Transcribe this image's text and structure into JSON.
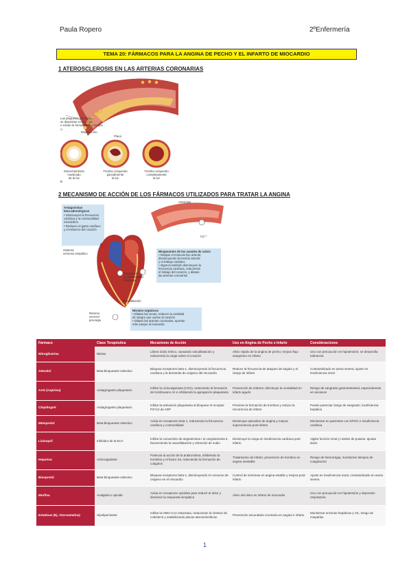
{
  "header": {
    "author": "Paula Ropero",
    "course": "2ºEnfermería"
  },
  "title": "TEMA 20: FÁRMACOS PARA LA ANGINA DE PECHO Y EL INFARTO DE MIOCARDIO",
  "section1": {
    "heading": "1 ATEROSCLEROSIS EN LAS ARTERIAS CORONARIAS",
    "figure": {
      "panel_a_letter": "A",
      "panel_b_letter": "B",
      "plaque_note": [
        "Las plaquetas y la fibrina",
        "se depositan en la placa",
        "e inician la formación del trombo"
      ],
      "muscle_label": "Músculo liso",
      "plaque_label": "Placa",
      "captions": [
        [
          "Estrechamiento",
          "moderado",
          "de la luz"
        ],
        [
          "Trombo ocluyendo",
          "parcialmente",
          "la luz"
        ],
        [
          "Trombo ocluyendo",
          "completamente",
          "la luz"
        ]
      ]
    }
  },
  "section2": {
    "heading": "2 MECANISMO DE ACCIÓN DE LOS FÁRMACOS UTILIZADOS PARA TRATAR LA ANGINA",
    "figure": {
      "beta_box": [
        "Antagonistas",
        "beta-adrenérgicos",
        "• Disminuyen la frecuencia",
        "  cardíaca y la contractilidad",
        "  miocárdica",
        "• Reducen el gasto cardíaco",
        "  y el esfuerzo del corazón"
      ],
      "arterias_label": "Arteriolas",
      "ca_label": "Ca⁺⁺",
      "calcio_box": [
        "Bloqueantes de los canales de calcio",
        "• Relajan el músculo liso arterial,",
        "  disminuyendo la tensión arterial",
        "  y el trabajo cardíaco",
        "• Algunos también disminuyen la",
        "  frecuencia cardíaca, reduciendo",
        "  el trabajo del corazón, y dilatan",
        "  las arterias coronarias"
      ],
      "simpatico_label": [
        "Sistema",
        "nervioso simpático"
      ],
      "beta1_label": "β₁",
      "frecuencia_label": [
        "Frecuencia",
        "y contractilidad",
        "cardíacas"
      ],
      "vasodilatacion_label": "Vasodilatación",
      "retorno_label": [
        "Retorno",
        "venoso/",
        "precarga"
      ],
      "nitratos_box": [
        "Nitratos orgánicos",
        "• Dilatan las venas, reducen la cantidad",
        "  de sangre que vuelve al corazón",
        "• Dilatan las arterias coronarias, aportan",
        "  más sangre al miocardio"
      ]
    }
  },
  "table": {
    "headers": [
      "Fármaco",
      "Clase Terapéutica",
      "Mecanismo de Acción",
      "Uso en Angina de Pecho e Infarto",
      "Consideraciones"
    ],
    "rows": [
      [
        "Nitroglicerina",
        "Nitrato",
        "Libera óxido nítrico, causando vasodilatación y reduciendo la carga sobre el corazón",
        "Alivio rápido de la angina de pecho; mejora flujo sanguíneo en infarto",
        "Uso con precaución en hipotensión; se desarrolla tolerancia"
      ],
      [
        "Atenolol",
        "Beta-bloqueante selectivo",
        "Bloquea receptores beta-1, disminuyendo la frecuencia cardíaca y la demanda de oxígeno del miocardio",
        "Reduce la frecuencia de ataques de angina y el riesgo de infarto",
        "Contraindicado en asma severa; ajuste en insuficiencia renal"
      ],
      [
        "AAS (Aspirina)",
        "Antiagregante plaquetario",
        "Inhibe la ciclooxigenasa (COX), reduciendo la formación de tromboxano A2 e inhibiendo la agregación plaquetaria",
        "Prevención de infartos; disminuye la mortalidad en infarto agudo",
        "Riesgo de sangrado gastrointestinal, especialmente en ancianos"
      ],
      [
        "Clopidogrel",
        "Antiagregante plaquetario",
        "Inhibe la activación plaquetaria al bloquear el receptor P2Y12 de ADP",
        "Previene la formación de trombos y reduce la recurrencia de infarto",
        "Puede potenciar riesgo de sangrado; insuficiencia hepática"
      ],
      [
        "Metoprolol",
        "Beta-bloqueante selectivo",
        "Actúa en receptores beta-1, reduciendo la frecuencia cardíaca y contractilidad",
        "Disminuye episodios de angina y mejora supervivencia post-infarto",
        "Monitorear en pacientes con EPOC e insuficiencia cardíaca"
      ],
      [
        "Lisinopril",
        "Inhibidor de la ECA",
        "Inhibe la conversión de angiotensina I en angiotensina II, favoreciendo la vasodilatación y retención de sodio",
        "Disminuye la carga en insuficiencia cardíaca post-infarto",
        "Vigilar función renal y niveles de potasio; ajustar dosis"
      ],
      [
        "Heparina",
        "Anticoagulante",
        "Potencia la acción de la antitrombina, inhibiendo la trombina y el factor Xa, reduciendo la formación de coágulos",
        "Tratamiento de infarto; prevención de trombos en angina inestable",
        "Riesgo de hemorragia, monitorear tiempos de coagulación"
      ],
      [
        "Bisoprolol",
        "Beta-bloqueante selectivo",
        "Bloquea receptores beta-1, disminuyendo el consumo de oxígeno en el miocardio",
        "Control de síntomas en angina estable y mejora post-infarto",
        "Ajuste en insuficiencia renal, contraindicado en asma severa"
      ],
      [
        "Morfina",
        "Analgésico opioide",
        "Actúa en receptores opioides para reducir el dolor y disminuir la respuesta simpática",
        "Alivio del dolor en infarto de miocardio",
        "Uso con precaución en hipotensión y depresión respiratoria"
      ],
      [
        "Estatinas (Ej. Atorvastatina)",
        "Hipolipemiante",
        "Inhibe la HMG-CoA reductasa, reduciendo la síntesis de colesterol y estabilizando placas ateroscleróticas",
        "Prevención secundaria coronaria en angina e infarto",
        "Monitorear enzimas hepáticas y CK, riesgo de miopatías"
      ]
    ]
  },
  "page_number": "1"
}
